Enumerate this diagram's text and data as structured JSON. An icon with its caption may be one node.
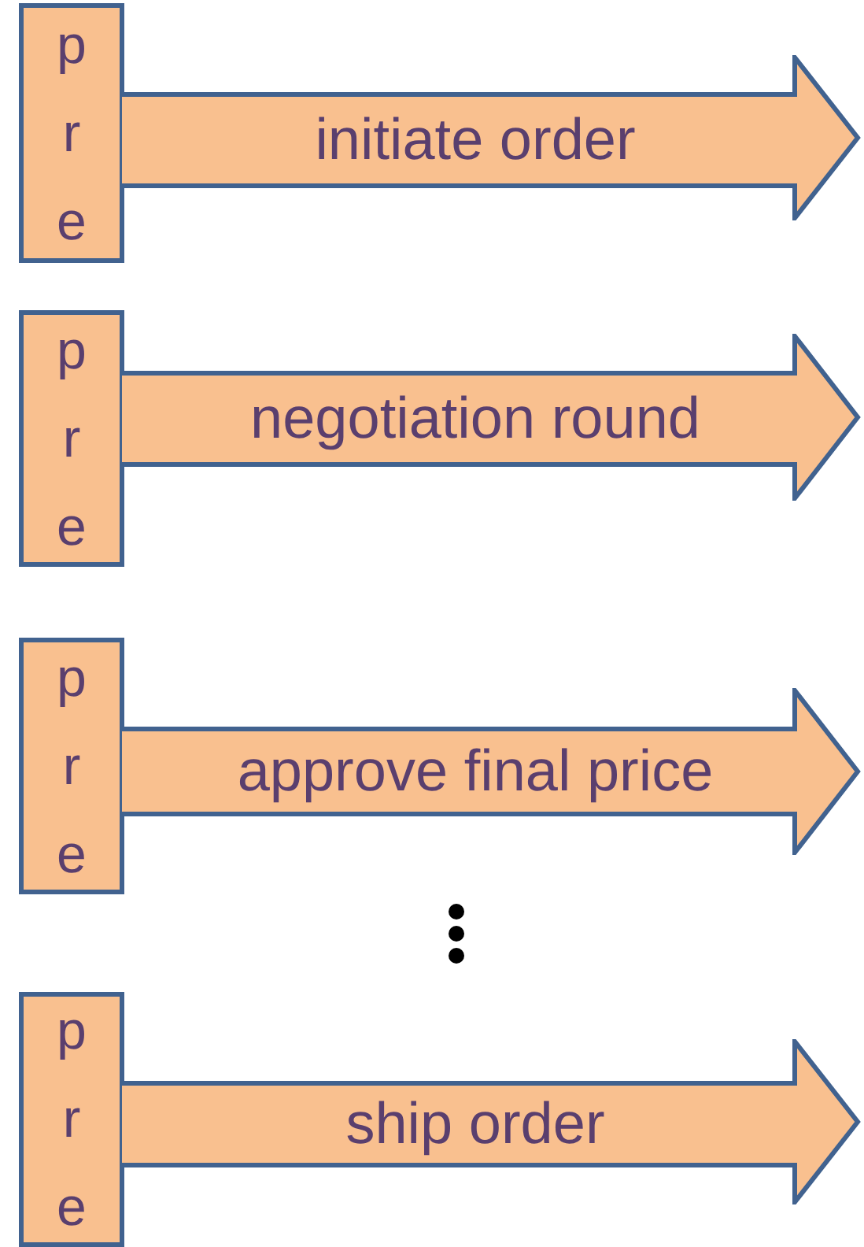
{
  "diagram": {
    "nodes": [
      {
        "text": [
          "pre"
        ]
      },
      {
        "text": [
          "initiate order"
        ]
      },
      {
        "text": [
          "pre"
        ]
      },
      {
        "text": [
          "negotiation round"
        ]
      },
      {
        "text": [
          "pre"
        ]
      },
      {
        "text": [
          "approve final price"
        ]
      },
      {
        "text": [
          "pre"
        ]
      },
      {
        "text": [
          "ship order"
        ]
      }
    ]
  }
}
